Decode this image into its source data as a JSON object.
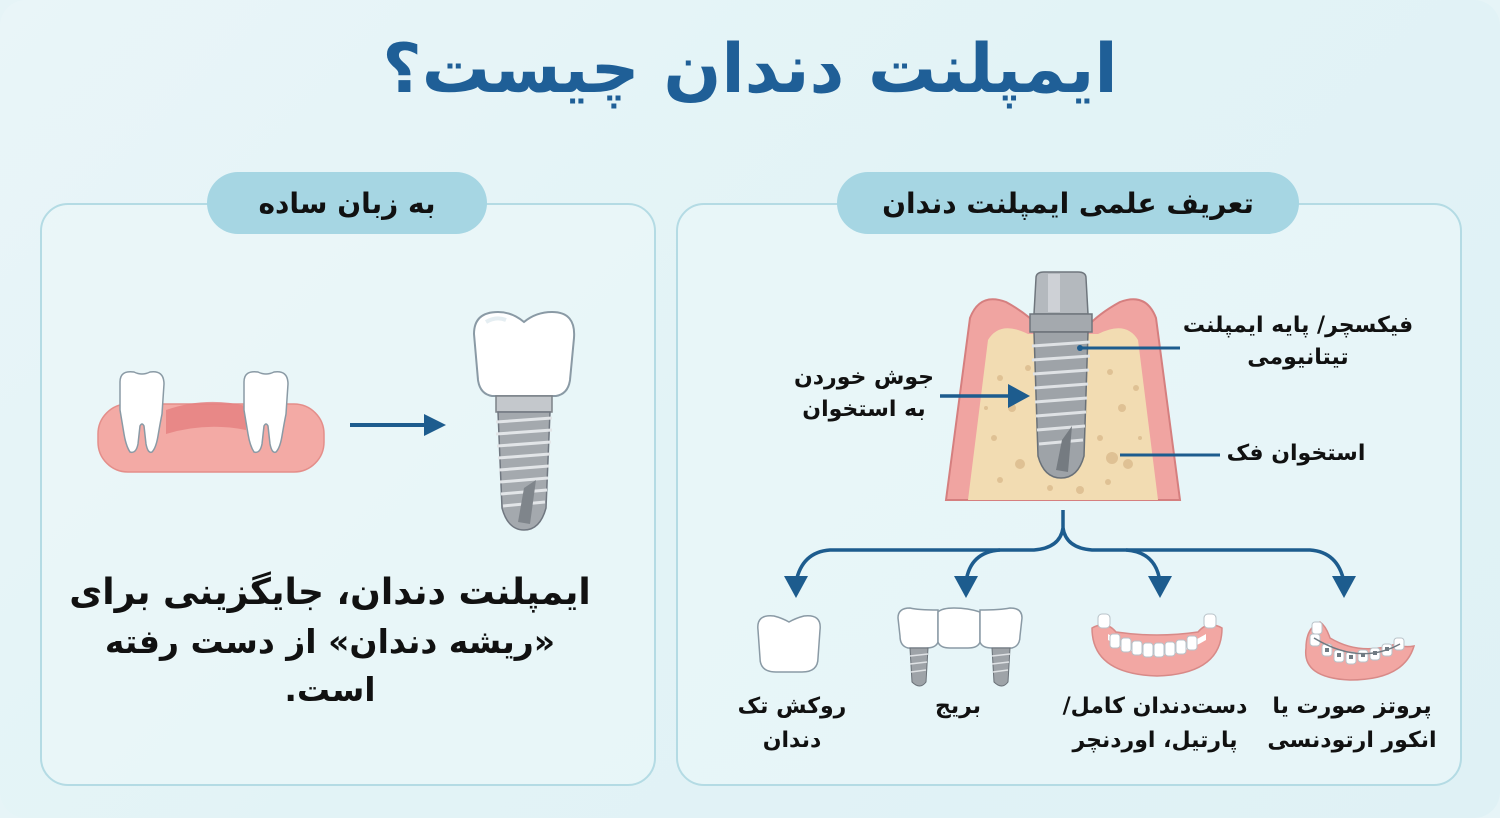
{
  "title": "ایمپلنت دندان چیست؟",
  "colors": {
    "title": "#1f5f97",
    "pill_bg": "#a6d6e3",
    "panel_border": "#b4dbe4",
    "arrow": "#1d5c8e",
    "gum": "#f1a7a3",
    "bone": "#f1dcb4",
    "metal": "#9ea3a8",
    "tooth": "#ffffff"
  },
  "left_panel": {
    "heading": "به زبان ساده",
    "illustration": {
      "before": "missing-tooth-gum-icon",
      "arrow": "right-arrow-icon",
      "after": "tooth-implant-icon"
    },
    "caption": {
      "line1": "ایمپلنت دندان، جایگزینی برای",
      "line2": "«ریشه دندان» از دست رفته است."
    }
  },
  "right_panel": {
    "heading": "تعریف علمی ایمپلنت دندان",
    "diagram_labels": {
      "fixture_line1": "فیکسچر/ پایه ایمپلنت",
      "fixture_line2": "تیتانیومی",
      "osseointegration_line1": "جوش خوردن",
      "osseointegration_line2": "به استخوان",
      "jaw_bone": "استخوان فک"
    },
    "options": [
      {
        "icon": "single-crown-icon",
        "line1": "روکش تک",
        "line2": "دندان"
      },
      {
        "icon": "bridge-icon",
        "line1": "بریج",
        "line2": ""
      },
      {
        "icon": "denture-icon",
        "line1": "دست‌دندان کامل/",
        "line2": "پارتیل، اوردنچر"
      },
      {
        "icon": "orthodontic-anchor-icon",
        "line1": "پروتز صورت یا",
        "line2": "انکور ارتودنسی"
      }
    ]
  }
}
